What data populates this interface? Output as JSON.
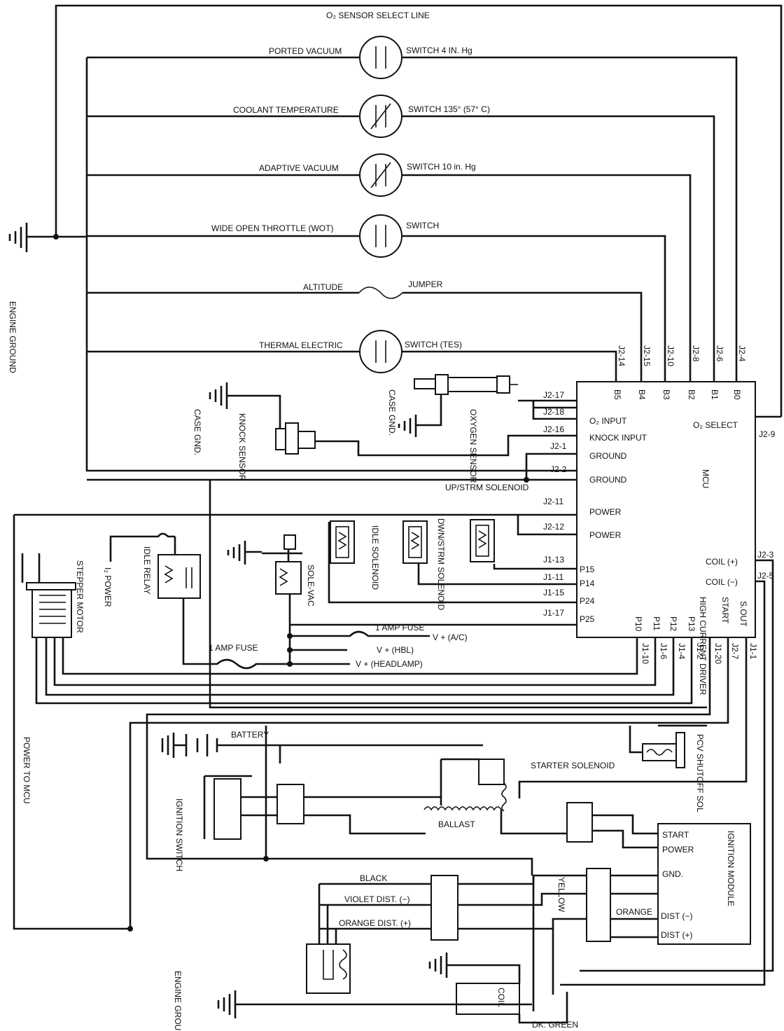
{
  "labels": {
    "o2_select_line": "O₂ SENSOR SELECT LINE",
    "ported_vacuum": "PORTED VACUUM",
    "switch_4": "SWITCH 4 IN. Hg",
    "coolant_temp": "COOLANT TEMPERATURE",
    "switch_135": "SWITCH 135° (57° C)",
    "adaptive_vacuum": "ADAPTIVE VACUUM",
    "switch_10": "SWITCH 10 in. Hg",
    "wot": "WIDE OPEN THROTTLE (WOT)",
    "switch": "SWITCH",
    "altitude": "ALTITUDE",
    "jumper": "JUMPER",
    "thermal_electric": "THERMAL ELECTRIC",
    "switch_tes": "SWITCH (TES)",
    "engine_ground": "ENGINE GROUND",
    "engine_ground_2": "ENGINE GROUND",
    "case_gnd": "CASE GND.",
    "case_gnd_2": "CASE GND.",
    "knock_sensor": "KNOCK SENSOR",
    "oxygen_sensor": "OXYGEN SENSOR",
    "mcu": "MCU",
    "o2_input": "O₂ INPUT",
    "knock_input": "KNOCK INPUT",
    "ground_1": "GROUND",
    "ground_2": "GROUND",
    "power_1": "POWER",
    "power_2": "POWER",
    "o2_select": "O₂ SELECT",
    "coil_plus": "COIL (+)",
    "coil_minus": "COIL (−)",
    "p15": "P15",
    "p14": "P14",
    "p24": "P24",
    "p25": "P25",
    "p10": "P10",
    "p11": "P11",
    "p12": "P12",
    "p13": "P13",
    "high_current_driver": "HIGH CURRENT DRIVER",
    "start": "START",
    "s_out": "S.OUT",
    "up_strm_solenoid": "UP/STRM SOLENOID",
    "dwn_strm_solenoid": "DWN/STRM SOLENOID",
    "idle_solenoid": "IDLE SOLENOID",
    "sole_vac": "SOLE-VAC",
    "idle_relay": "IDLE RELAY",
    "i2_power": "I₂ POWER",
    "stepper_motor": "STEPPER MOTOR",
    "amp_fuse_1": "1 AMP FUSE",
    "amp_fuse_2": "1 AMP FUSE",
    "v_ac": "V + (A/C)",
    "v_hbl": "V + (HBL)",
    "v_headlamp": "V + (HEADLAMP)",
    "power_to_mcu": "POWER TO MCU",
    "battery": "BATTERY",
    "starter_solenoid": "STARTER SOLENOID",
    "pcv_shutoff": "PCV SHUTOFF SOL",
    "ignition_switch": "IGNITION SWITCH",
    "ballast": "BALLAST",
    "ignition_module": "IGNITION MODULE",
    "im_start": "START",
    "im_power": "POWER",
    "im_gnd": "GND.",
    "im_dist_minus": "DIST (−)",
    "im_dist_plus": "DIST (+)",
    "black": "BLACK",
    "violet_dist": "VIOLET DIST. (−)",
    "orange_dist": "ORANGE DIST. (+)",
    "yellow": "YELLOW",
    "orange": "ORANGE",
    "coil": "COIL",
    "dk_green": "DK. GREEN"
  },
  "pins_top": [
    "J2-14",
    "J2-15",
    "J2-10",
    "J2-8",
    "J2-6",
    "J2-4"
  ],
  "pins_b": [
    "B5",
    "B4",
    "B3",
    "B2",
    "B1",
    "B0"
  ],
  "pins_left": [
    "J2-17",
    "J2-18",
    "J2-16",
    "J2-1",
    "J2-2",
    "J2-11",
    "J2-12",
    "J1-13",
    "J1-11",
    "J1-15",
    "J1-17"
  ],
  "pins_right": [
    "J2-9",
    "J2-3",
    "J2-5"
  ],
  "pins_bottom": [
    "J1-10",
    "J1-6",
    "J1-4",
    "J1-2",
    "J1-20",
    "J2-7",
    "J1-1"
  ]
}
